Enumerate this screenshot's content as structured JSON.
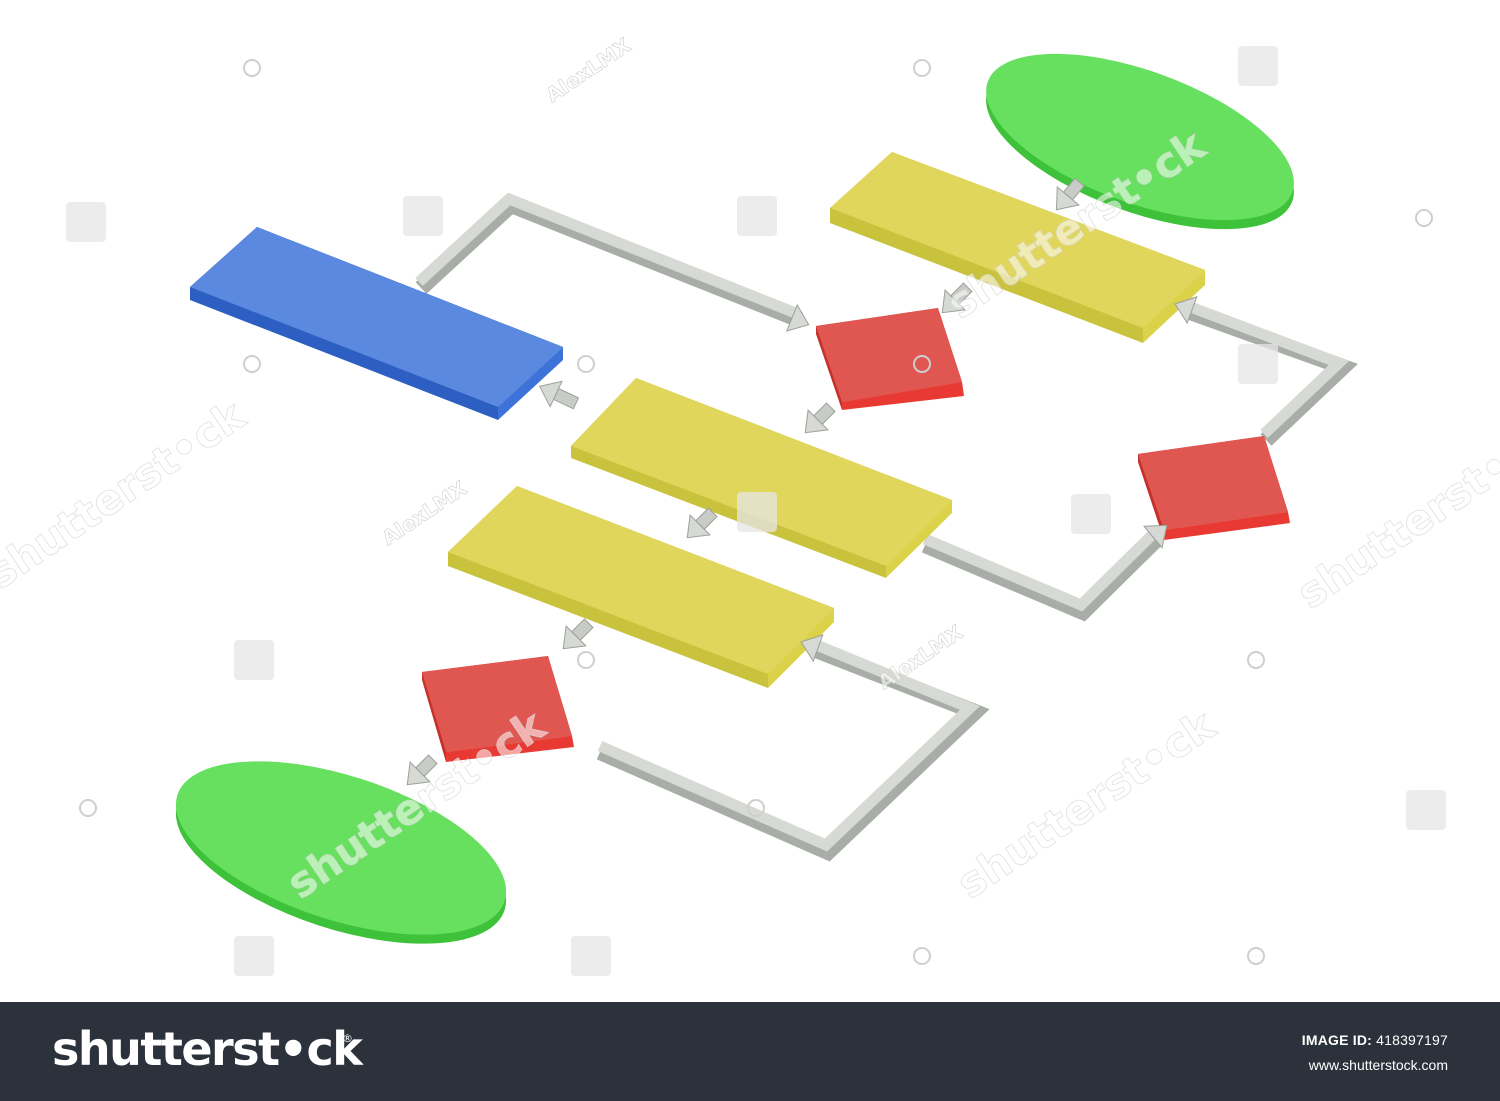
{
  "diagram": {
    "type": "3d-isometric-flowchart",
    "colors": {
      "terminal": "#5fe05a",
      "process": "#e3d75a",
      "decision": "#e0524c",
      "input": "#5a88de",
      "connector": "#c4c8c2"
    },
    "nodes": [
      {
        "id": "start",
        "shape": "ellipse",
        "color_role": "terminal"
      },
      {
        "id": "process-1",
        "shape": "rectangle",
        "color_role": "process"
      },
      {
        "id": "decision-1",
        "shape": "diamond",
        "color_role": "decision"
      },
      {
        "id": "process-2",
        "shape": "rectangle",
        "color_role": "process"
      },
      {
        "id": "data-1",
        "shape": "rectangle",
        "color_role": "input"
      },
      {
        "id": "decision-2",
        "shape": "diamond",
        "color_role": "decision"
      },
      {
        "id": "process-3",
        "shape": "rectangle",
        "color_role": "process"
      },
      {
        "id": "decision-3",
        "shape": "diamond",
        "color_role": "decision"
      },
      {
        "id": "end",
        "shape": "ellipse",
        "color_role": "terminal"
      }
    ],
    "edges": [
      {
        "from": "start",
        "to": "process-1"
      },
      {
        "from": "process-1",
        "to": "decision-1"
      },
      {
        "from": "decision-1",
        "to": "process-2"
      },
      {
        "from": "process-2",
        "to": "data-1"
      },
      {
        "from": "data-1",
        "to": "decision-1"
      },
      {
        "from": "process-2",
        "to": "process-3"
      },
      {
        "from": "process-2",
        "to": "decision-2"
      },
      {
        "from": "decision-2",
        "to": "process-1"
      },
      {
        "from": "process-3",
        "to": "decision-3"
      },
      {
        "from": "decision-3",
        "to": "end"
      },
      {
        "from": "loop",
        "to": "process-3"
      }
    ]
  },
  "watermark": {
    "logo_text": "shutterst•ck",
    "author_text": "AlexLMX"
  },
  "footer": {
    "brand": "shutterst•ck",
    "brand_mark": "®",
    "image_id_label": "IMAGE ID:",
    "image_id": "418397197",
    "site": "www.shutterstock.com"
  }
}
